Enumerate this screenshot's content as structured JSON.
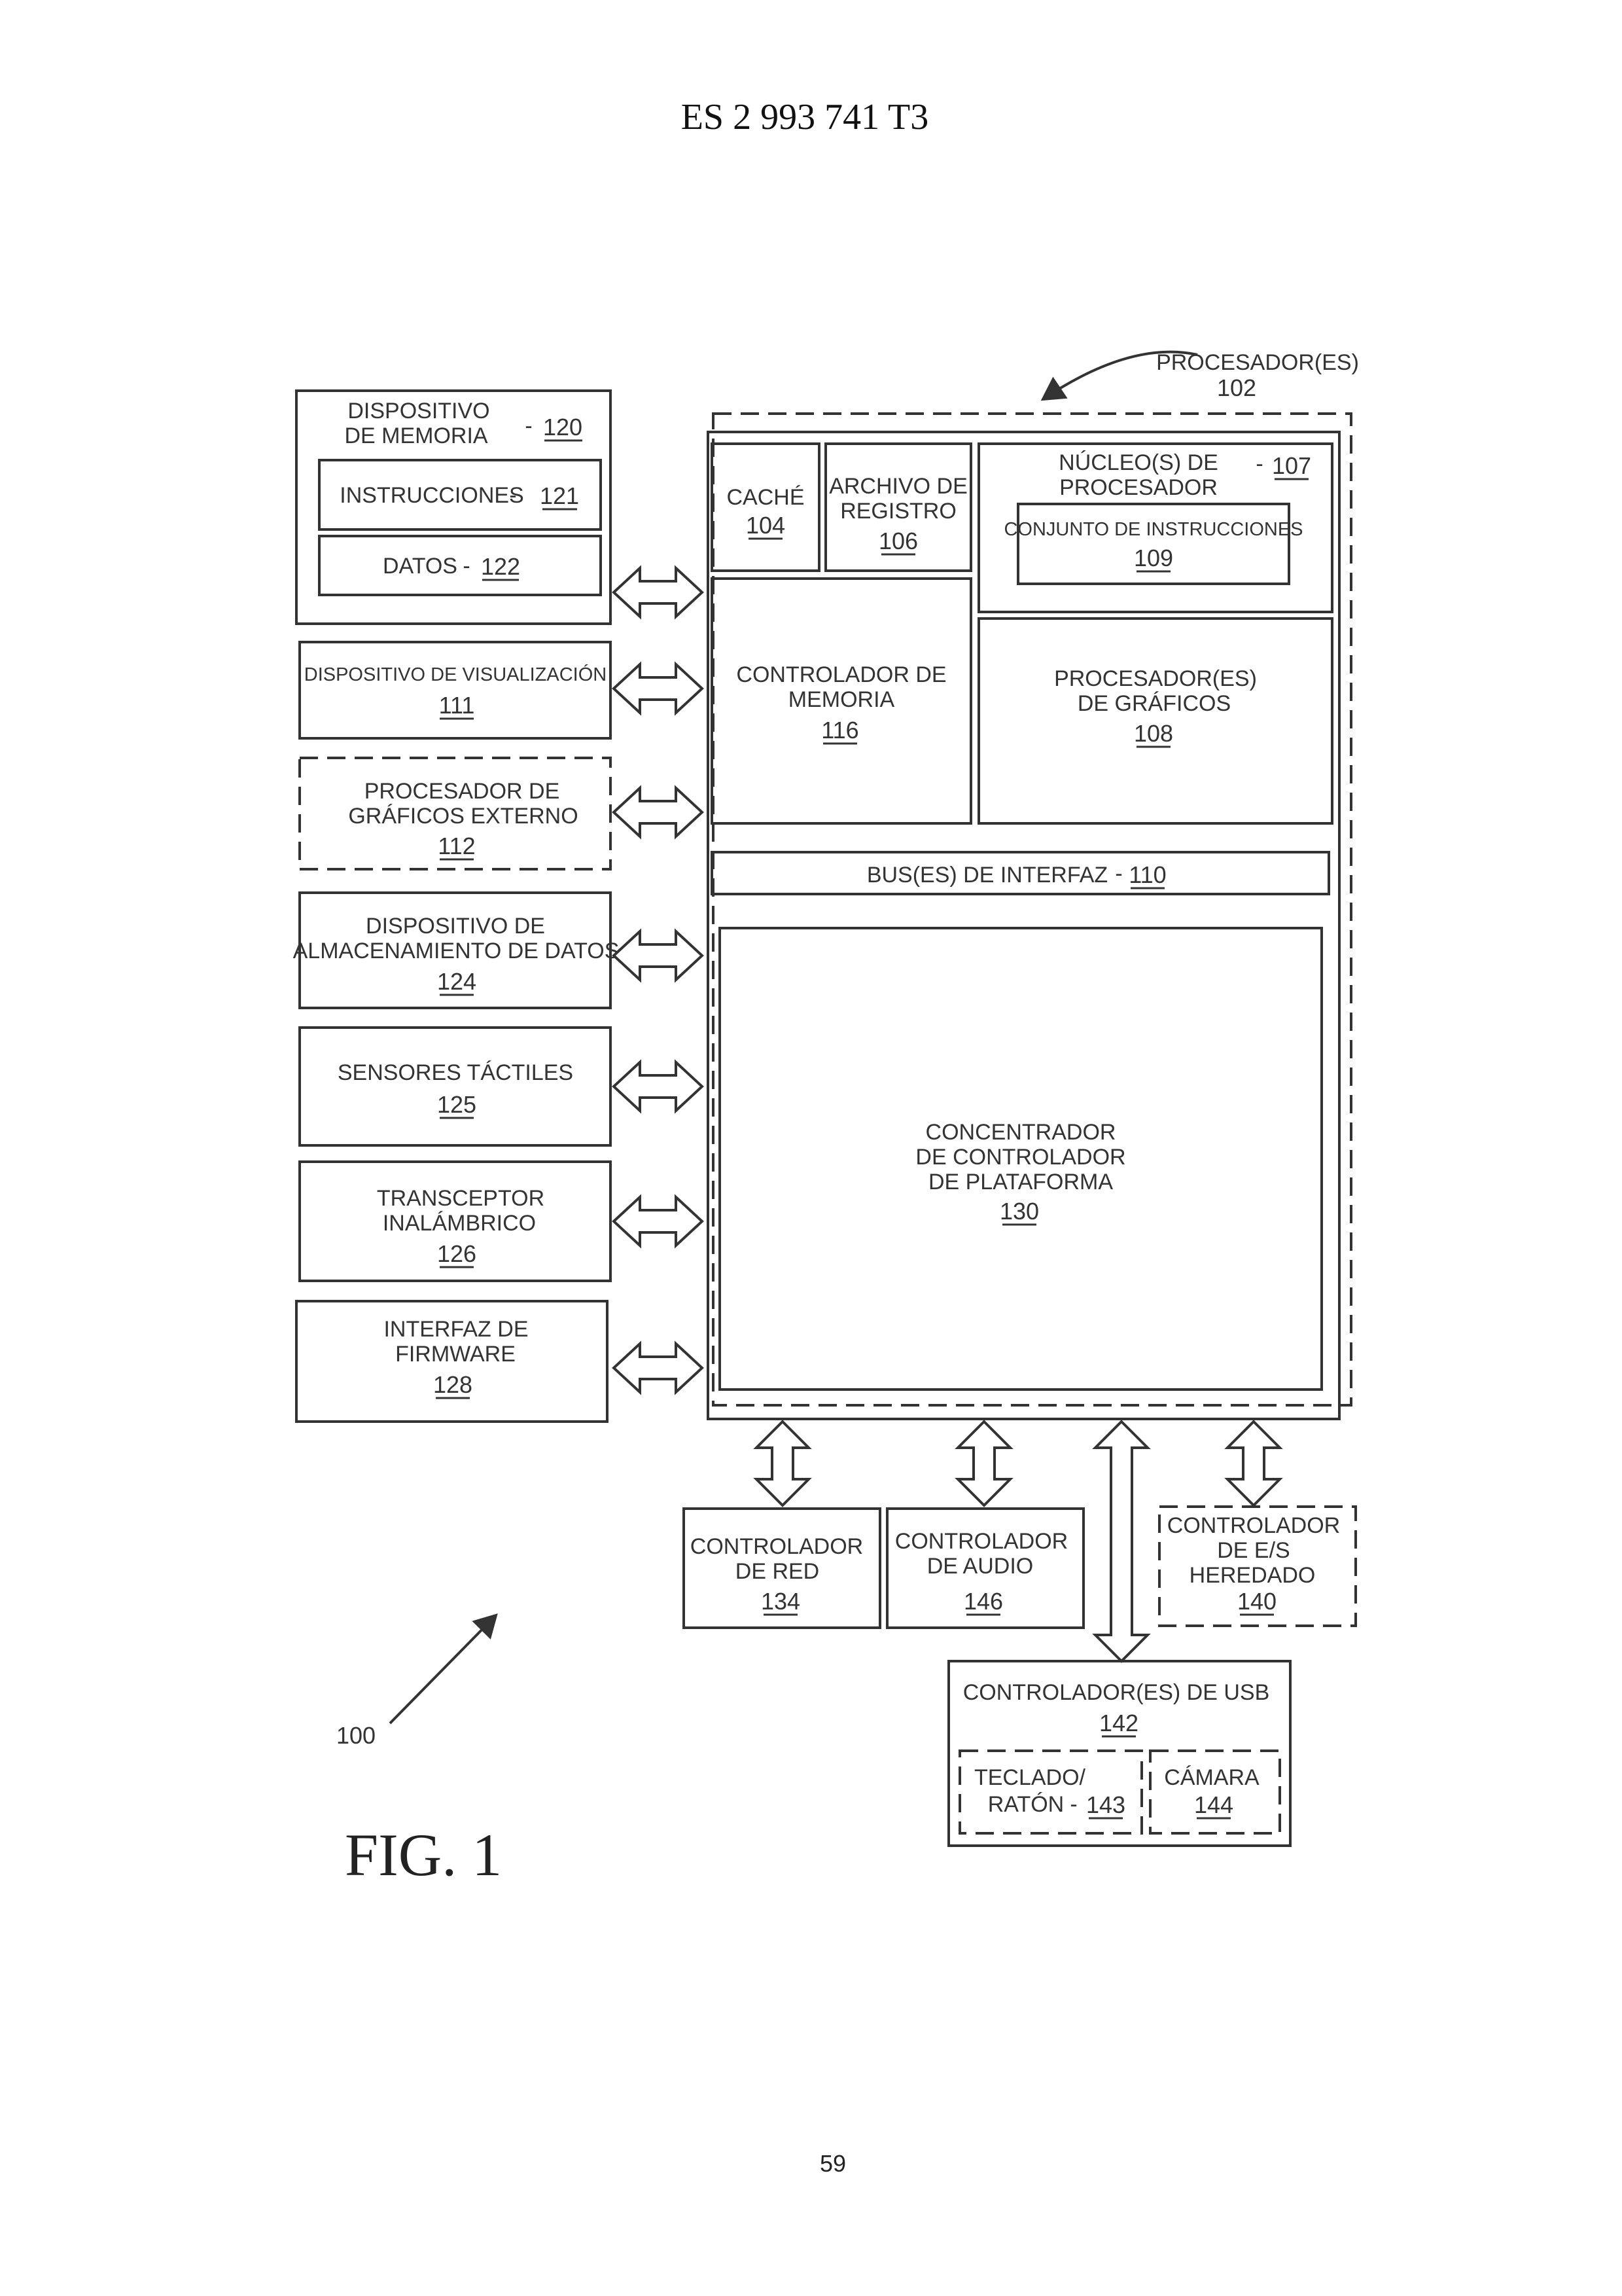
{
  "header": "ES 2 993 741 T3",
  "processor": {
    "label": "PROCESADOR(ES)",
    "num": "102"
  },
  "memory_device": {
    "line1": "DISPOSITIVO",
    "line2": "DE MEMORIA",
    "num": "120"
  },
  "instructions": {
    "label": "INSTRUCCIONES",
    "num": "121"
  },
  "data": {
    "label": "DATOS",
    "num": "122"
  },
  "display": {
    "label": "DISPOSITIVO DE VISUALIZACIÓN",
    "num": "111"
  },
  "ext_gpu": {
    "line1": "PROCESADOR DE",
    "line2": "GRÁFICOS EXTERNO",
    "num": "112"
  },
  "storage": {
    "line1": "DISPOSITIVO DE",
    "line2": "ALMACENAMIENTO DE DATOS",
    "num": "124"
  },
  "touch": {
    "label": "SENSORES TÁCTILES",
    "num": "125"
  },
  "wireless": {
    "line1": "TRANSCEPTOR",
    "line2": "INALÁMBRICO",
    "num": "126"
  },
  "firmware": {
    "line1": "INTERFAZ DE",
    "line2": "FIRMWARE",
    "num": "128"
  },
  "cache": {
    "label": "CACHÉ",
    "num": "104"
  },
  "register_file": {
    "line1": "ARCHIVO DE",
    "line2": "REGISTRO",
    "num": "106"
  },
  "cores": {
    "line1": "NÚCLEO(S) DE",
    "line2": "PROCESADOR",
    "num": "107"
  },
  "instruction_set": {
    "label": "CONJUNTO DE INSTRUCCIONES",
    "num": "109"
  },
  "mem_controller": {
    "line1": "CONTROLADOR DE",
    "line2": "MEMORIA",
    "num": "116"
  },
  "gpu": {
    "line1": "PROCESADOR(ES)",
    "line2": "DE GRÁFICOS",
    "num": "108"
  },
  "interface_bus": {
    "label": "BUS(ES) DE INTERFAZ",
    "num": "110"
  },
  "pch": {
    "line1": "CONCENTRADOR",
    "line2": "DE CONTROLADOR",
    "line3": "DE PLATAFORMA",
    "num": "130"
  },
  "network": {
    "line1": "CONTROLADOR",
    "line2": "DE RED",
    "num": "134"
  },
  "audio": {
    "line1": "CONTROLADOR",
    "line2": "DE AUDIO",
    "num": "146"
  },
  "legacy_io": {
    "line1": "CONTROLADOR",
    "line2": "DE E/S",
    "line3": "HEREDADO",
    "num": "140"
  },
  "usb": {
    "label": "CONTROLADOR(ES) DE USB",
    "num": "142"
  },
  "keyboard": {
    "line1": "TECLADO/",
    "line2": "RATÓN",
    "num": "143"
  },
  "camera": {
    "label": "CÁMARA",
    "num": "144"
  },
  "system_ref": "100",
  "figure_label": "FIG. 1",
  "page_number": "59"
}
